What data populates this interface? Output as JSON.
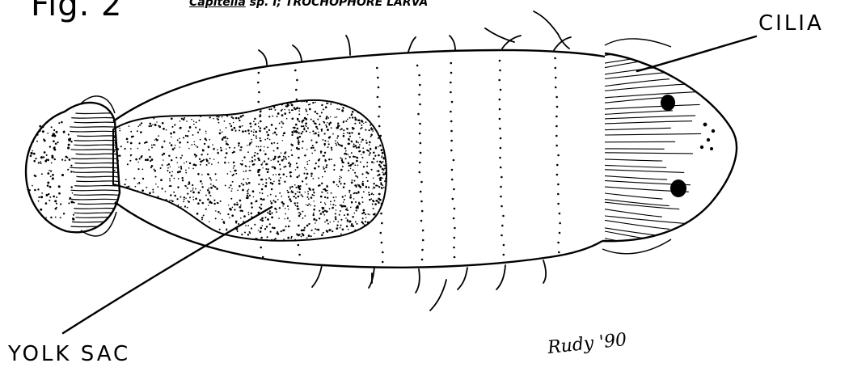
{
  "figure": {
    "fig_label": "Fig. 2",
    "caption": {
      "genus": "Capitella",
      "species": " sp. I",
      "separator": "; ",
      "stage": "TROCHOPHORE LARVA"
    },
    "callouts": {
      "cilia": "CILIA",
      "yolk_sac": "YOLK SAC"
    },
    "signature": "Rudy '90"
  }
}
